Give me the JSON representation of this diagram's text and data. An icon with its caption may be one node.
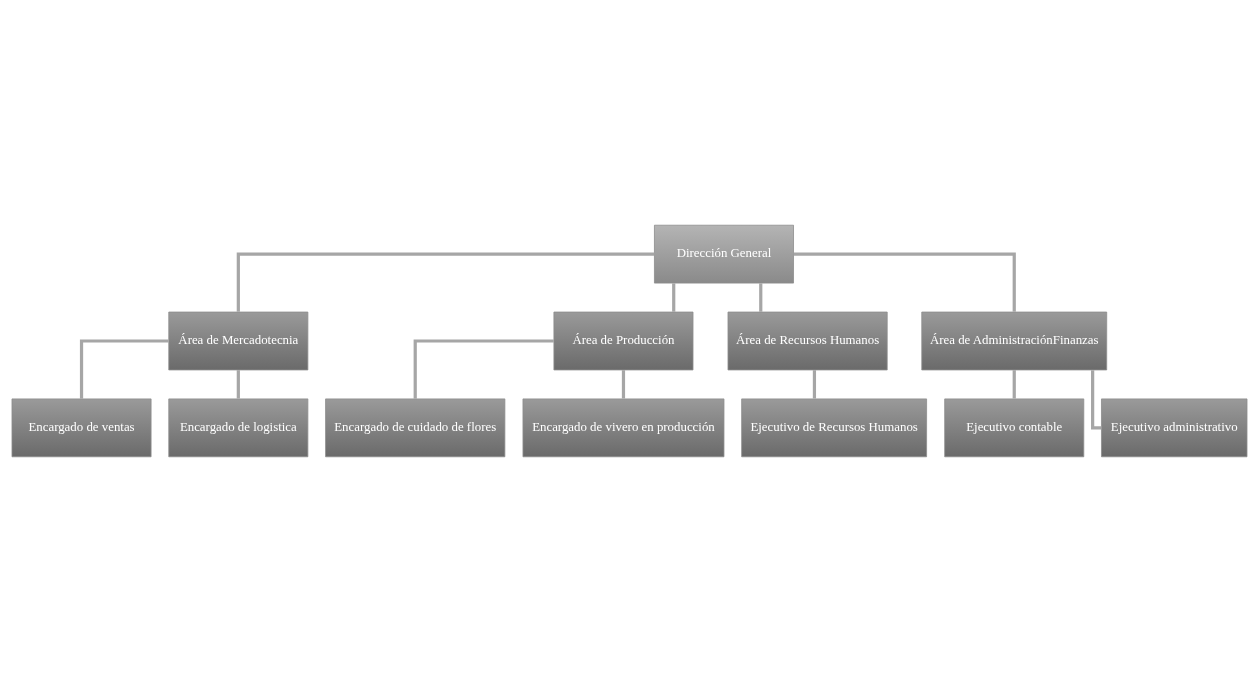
{
  "diagram": {
    "nodes": [
      {
        "text": [
          "Dirección General"
        ]
      },
      {
        "text": [
          "Área de Mercadotecnia"
        ]
      },
      {
        "text": [
          "Área de Producción"
        ]
      },
      {
        "text": [
          "Área de Recursos Humanos"
        ]
      },
      {
        "text": [
          "Área de AdministraciónFinanzas"
        ]
      },
      {
        "text": [
          "Encargado de ventas"
        ]
      },
      {
        "text": [
          "Encargado de logistica"
        ]
      },
      {
        "text": [
          "Encargado de cuidado de flores"
        ]
      },
      {
        "text": [
          "Encargado de vivero en producción"
        ]
      },
      {
        "text": [
          "Ejecutivo de Recursos Humanos"
        ]
      },
      {
        "text": [
          "Ejecutivo contable"
        ]
      },
      {
        "text": [
          "Ejecutivo administrativo"
        ]
      }
    ],
    "edges": [
      {
        "from": 0,
        "to": 1,
        "arrow": "none"
      },
      {
        "from": 0,
        "to": 2,
        "arrow": "none"
      },
      {
        "from": 0,
        "to": 3,
        "arrow": "none"
      },
      {
        "from": 0,
        "to": 4,
        "arrow": "none"
      },
      {
        "from": 1,
        "to": 5,
        "arrow": "none"
      },
      {
        "from": 1,
        "to": 6,
        "arrow": "none"
      },
      {
        "from": 2,
        "to": 7,
        "arrow": "none"
      },
      {
        "from": 2,
        "to": 8,
        "arrow": "none"
      },
      {
        "from": 3,
        "to": 9,
        "arrow": "none"
      },
      {
        "from": 4,
        "to": 10,
        "arrow": "none"
      },
      {
        "from": 4,
        "to": 11,
        "arrow": "none"
      }
    ]
  }
}
